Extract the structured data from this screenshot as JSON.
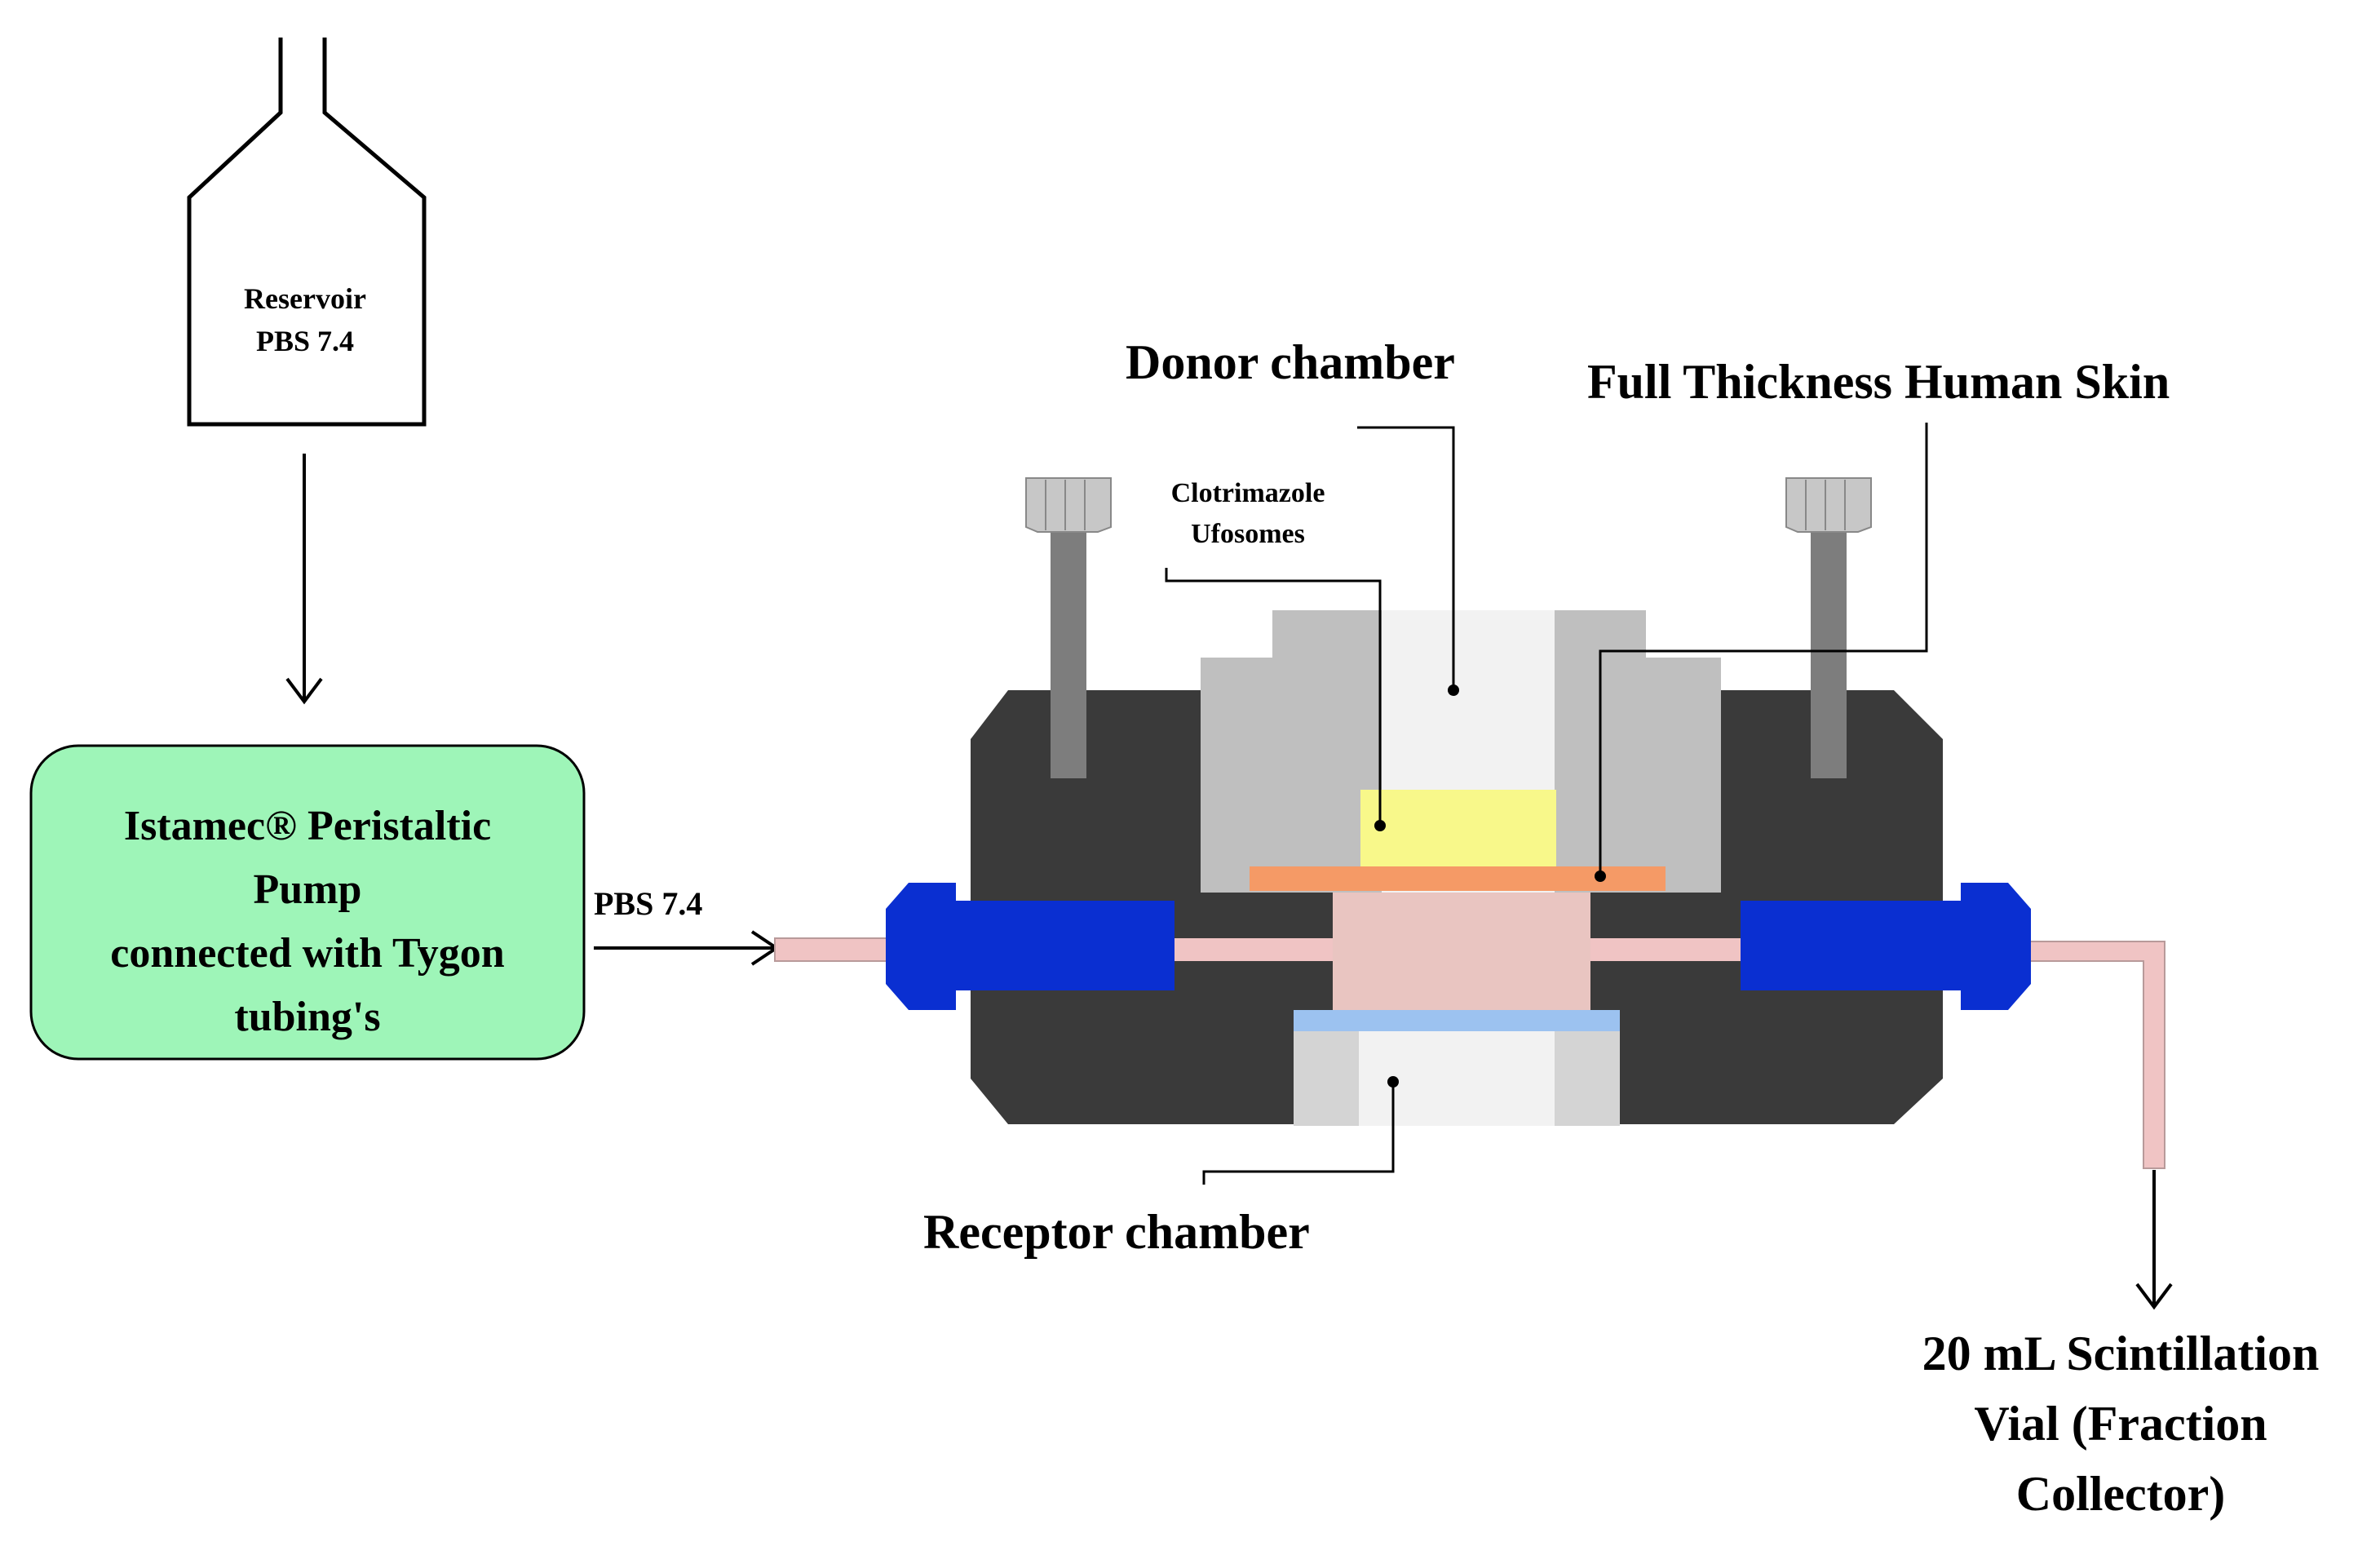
{
  "reservoir": {
    "line1": "Reservoir",
    "line2": "PBS 7.4"
  },
  "pump": {
    "line1": "Istamec® Peristaltic",
    "line2": "Pump",
    "line3": "connected with Tygon",
    "line4": "tubing's"
  },
  "flow_label": "PBS 7.4",
  "donor_chamber": "Donor chamber",
  "skin_label": "Full Thickness Human Skin",
  "formulation": {
    "line1": "Clotrimazole",
    "line2": "Ufosomes"
  },
  "receptor_chamber": "Receptor chamber",
  "collector": {
    "line1": "20 mL Scintillation",
    "line2": "Vial (Fraction",
    "line3": "Collector)"
  },
  "colors": {
    "body": "#3a3a3a",
    "fitting": "#0a2fd1",
    "tubing": "#f0c4c4",
    "skin": "#f59a66",
    "formulation": "#f8f88a",
    "pump": "#9ef5b8",
    "membrane": "#9cc2f0",
    "screw": "#7d7d7d",
    "glass": "#bfbfbf",
    "glass_light": "#f2f2f2"
  }
}
